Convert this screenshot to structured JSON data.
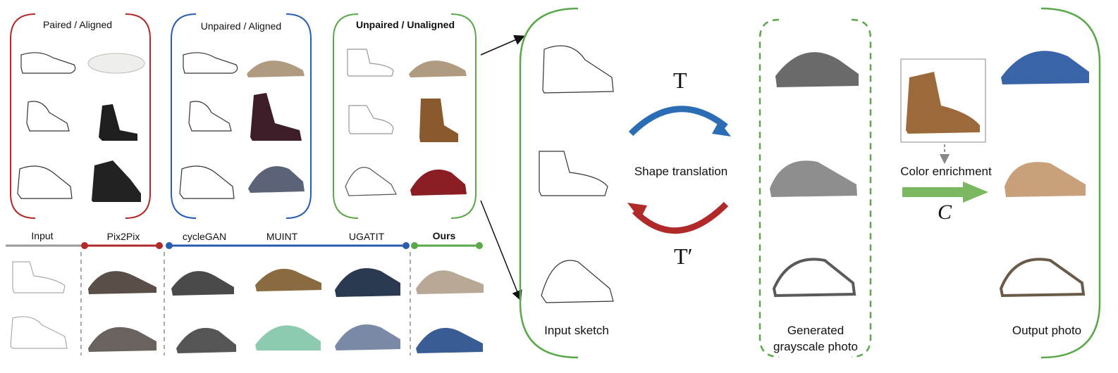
{
  "panels": [
    {
      "title": "Paired / Aligned",
      "color": "#b02a2a",
      "bold": false
    },
    {
      "title": "Unpaired / Aligned",
      "color": "#2a5db0",
      "bold": false
    },
    {
      "title": "Unpaired / Unaligned",
      "color": "#5aa84a",
      "bold": true
    }
  ],
  "methods": {
    "input": "Input",
    "pix2pix": "Pix2Pix",
    "cyclegan": "cycleGAN",
    "muint": "MUINT",
    "ugatit": "UGATIT",
    "ours": "Ours"
  },
  "pipeline": {
    "input_caption": "Input sketch",
    "gray_caption_line1": "Generated",
    "gray_caption_line2": "grayscale photo",
    "output_caption": "Output photo",
    "forward_symbol": "T",
    "backward_symbol": "T′",
    "shape_label": "Shape translation",
    "color_label": "Color enrichment",
    "color_symbol": "C"
  },
  "colors": {
    "red": "#b02a2a",
    "blue": "#2a5db0",
    "green": "#5aa84a",
    "gray": "#9a9a9a",
    "color_arrow": "#7bb661"
  }
}
